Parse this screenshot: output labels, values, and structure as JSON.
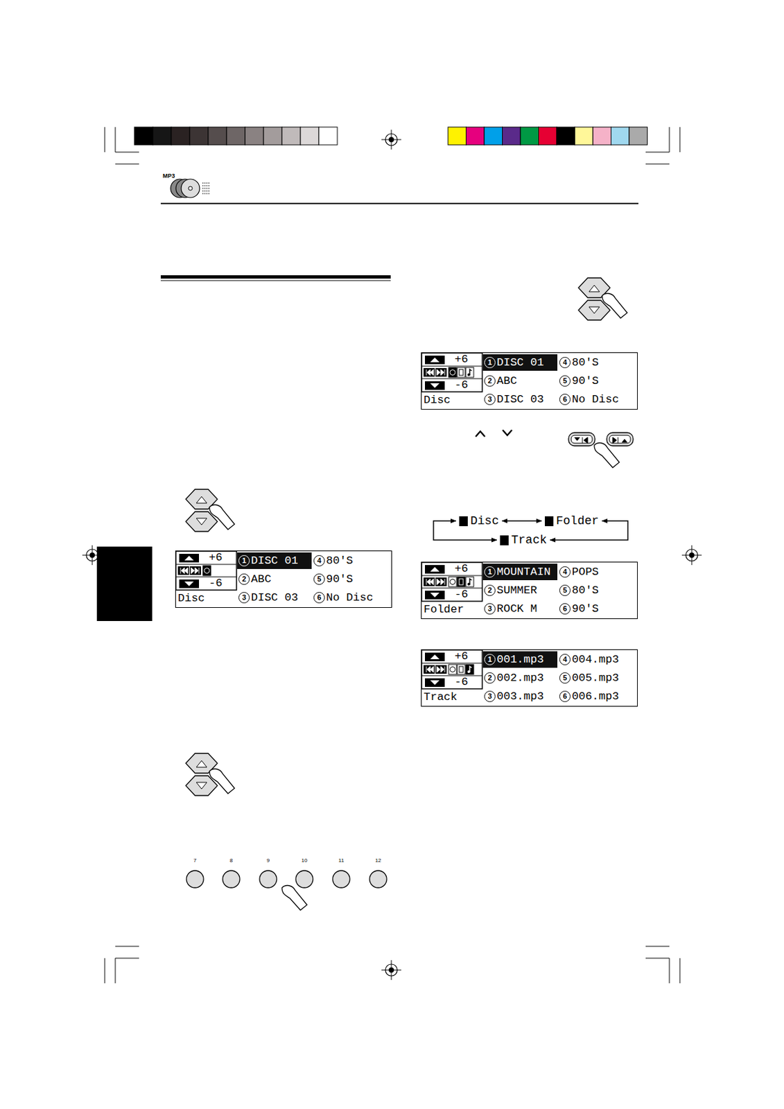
{
  "diagram": {
    "nodes": [
      {
        "text": [
          "+6",
          "-6",
          "Disc"
        ]
      },
      {
        "text": [
          "1",
          "DISC 01"
        ],
        "in": 0
      },
      {
        "text": [
          "2",
          "ABC"
        ],
        "in": 0
      },
      {
        "text": [
          "3",
          "DISC 03"
        ],
        "in": 0
      },
      {
        "text": [
          "4",
          "80'S"
        ],
        "in": 0
      },
      {
        "text": [
          "5",
          "90'S"
        ],
        "in": 0
      },
      {
        "text": [
          "6",
          "No Disc"
        ],
        "in": 0
      },
      {
        "text": [
          "+6",
          "-6",
          "Disc"
        ]
      },
      {
        "text": [
          "1",
          "DISC 01"
        ],
        "in": 7
      },
      {
        "text": [
          "2",
          "ABC"
        ],
        "in": 7
      },
      {
        "text": [
          "3",
          "DISC 03"
        ],
        "in": 7
      },
      {
        "text": [
          "4",
          "80'S"
        ],
        "in": 7
      },
      {
        "text": [
          "5",
          "90'S"
        ],
        "in": 7
      },
      {
        "text": [
          "6",
          "No Disc"
        ],
        "in": 7
      },
      {
        "text": [
          "Disc"
        ]
      },
      {
        "text": [
          "Folder"
        ]
      },
      {
        "text": [
          "Track"
        ]
      },
      {
        "text": [
          "+6",
          "-6",
          "Folder"
        ]
      },
      {
        "text": [
          "1",
          "MOUNTAIN"
        ],
        "in": 17
      },
      {
        "text": [
          "2",
          "SUMMER"
        ],
        "in": 17
      },
      {
        "text": [
          "3",
          "ROCK M"
        ],
        "in": 17
      },
      {
        "text": [
          "4",
          "POPS"
        ],
        "in": 17
      },
      {
        "text": [
          "5",
          "80'S"
        ],
        "in": 17
      },
      {
        "text": [
          "6",
          "90'S"
        ],
        "in": 17
      },
      {
        "text": [
          "+6",
          "-6",
          "Track"
        ]
      },
      {
        "text": [
          "1",
          "001.mp3"
        ],
        "in": 24
      },
      {
        "text": [
          "2",
          "002.mp3"
        ],
        "in": 24
      },
      {
        "text": [
          "3",
          "003.mp3"
        ],
        "in": 24
      },
      {
        "text": [
          "4",
          "004.mp3"
        ],
        "in": 24
      },
      {
        "text": [
          "5",
          "005.mp3"
        ],
        "in": 24
      },
      {
        "text": [
          "6",
          "006.mp3"
        ],
        "in": 24
      }
    ],
    "edges": [
      {
        "from": 14,
        "to": 15,
        "arrow": "both"
      },
      {
        "from": 14,
        "to": 16,
        "arrow": "both"
      },
      {
        "from": 15,
        "to": 16,
        "arrow": "both"
      }
    ],
    "labels": [
      "MP3",
      "7",
      "8",
      "9",
      "10",
      "11",
      "12"
    ]
  }
}
